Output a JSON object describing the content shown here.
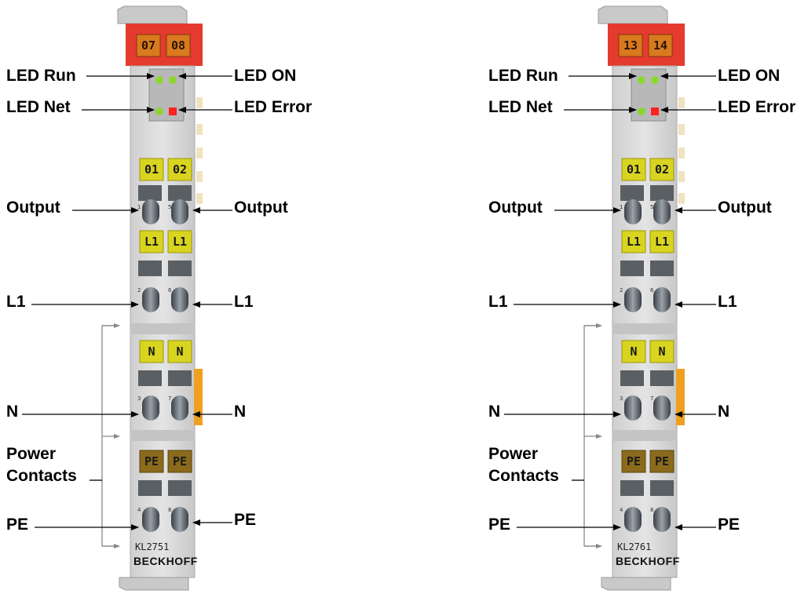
{
  "terminals": [
    {
      "id": "kl2751",
      "top_channels": [
        "07",
        "08"
      ],
      "section_tags": [
        [
          "01",
          "02"
        ],
        [
          "L1",
          "L1"
        ],
        [
          "N",
          "N"
        ],
        [
          "PE",
          "PE"
        ]
      ],
      "pin_numbers": [
        [
          "1",
          "5"
        ],
        [
          "2",
          "6"
        ],
        [
          "3",
          "7"
        ],
        [
          "4",
          "8"
        ]
      ],
      "model": "KL2751",
      "brand": "BECKHOFF",
      "labels": {
        "led_run": "LED Run",
        "led_on": "LED ON",
        "led_net": "LED Net",
        "led_error": "LED Error",
        "output_left": "Output",
        "output_right": "Output",
        "l1_left": "L1",
        "l1_right": "L1",
        "n_left": "N",
        "n_right": "N",
        "power_line1": "Power",
        "power_line2": "Contacts",
        "pe_left": "PE",
        "pe_right": "PE"
      }
    },
    {
      "id": "kl2761",
      "top_channels": [
        "13",
        "14"
      ],
      "section_tags": [
        [
          "01",
          "02"
        ],
        [
          "L1",
          "L1"
        ],
        [
          "N",
          "N"
        ],
        [
          "PE",
          "PE"
        ]
      ],
      "pin_numbers": [
        [
          "1",
          "5"
        ],
        [
          "2",
          "6"
        ],
        [
          "3",
          "7"
        ],
        [
          "4",
          "8"
        ]
      ],
      "model": "KL2761",
      "brand": "BECKHOFF",
      "labels": {
        "led_run": "LED Run",
        "led_on": "LED ON",
        "led_net": "LED Net",
        "led_error": "LED Error",
        "output_left": "Output",
        "output_right": "Output",
        "l1_left": "L1",
        "l1_right": "L1",
        "n_left": "N",
        "n_right": "N",
        "power_line1": "Power",
        "power_line2": "Contacts",
        "pe_left": "PE",
        "pe_right": "PE"
      }
    }
  ],
  "colors": {
    "top_channel_bg": "#e53a2e",
    "top_tag": "#d97a1e",
    "tag_yellow": "#d8d420",
    "tag_pe": "#8b6a1c",
    "led_green": "#8cd630",
    "led_red": "#ff2020",
    "body": "#d9d9d9",
    "orange_strip": "#f0a020"
  }
}
